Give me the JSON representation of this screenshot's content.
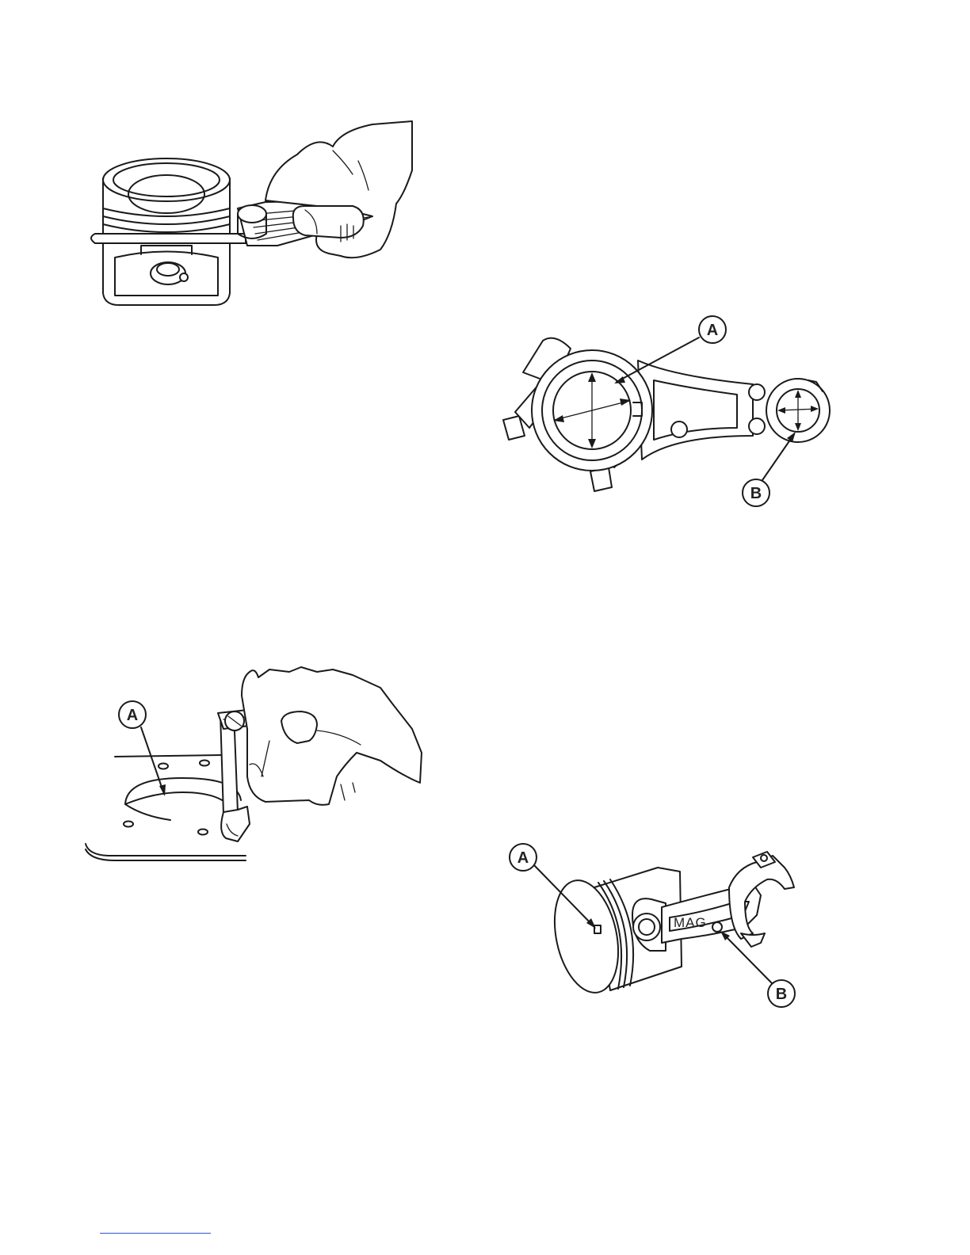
{
  "figures": {
    "ring_gap_check": {},
    "connecting_rod": {
      "callout_a": "A",
      "callout_b": "B"
    },
    "cylinder_bore": {
      "callout_a": "A"
    },
    "piston_rod_assembly": {
      "callout_a": "A",
      "callout_b": "B",
      "rod_marking": "MAG"
    }
  },
  "colors": {
    "line_art": "#1a1a1a",
    "footer_rule": "#3355cc"
  }
}
